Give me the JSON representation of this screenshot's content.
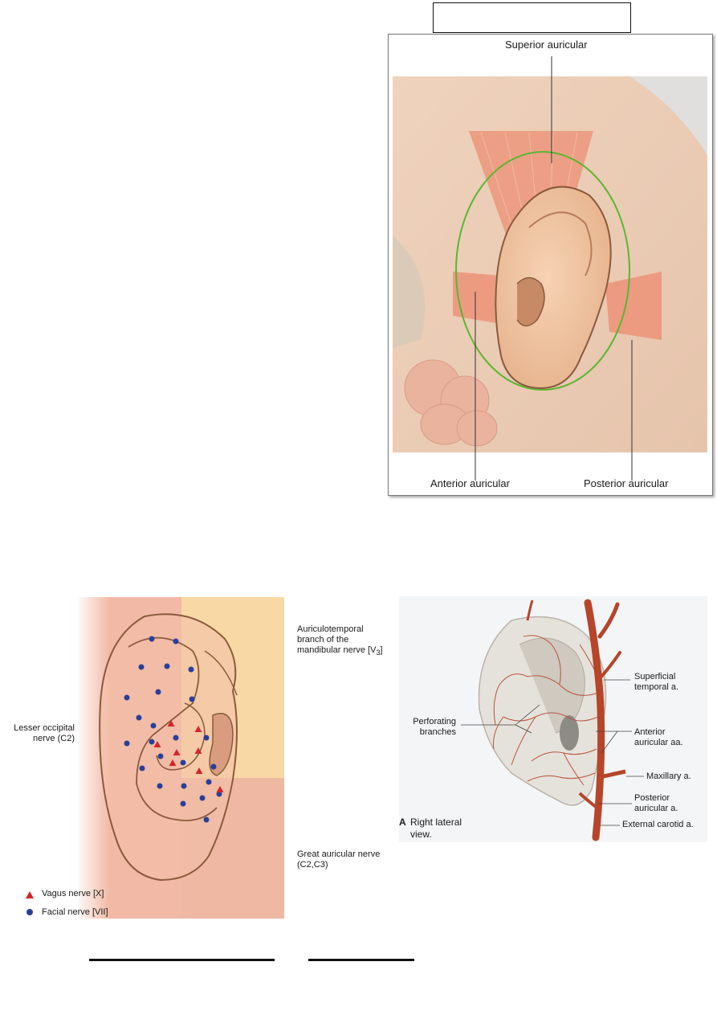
{
  "figure_muscles": {
    "labels": {
      "superior": "Superior auricular",
      "anterior": "Anterior auricular",
      "posterior": "Posterior auricular"
    }
  },
  "figure_innervation": {
    "labels": {
      "auriculotemporal_line1": "Auriculotemporal",
      "auriculotemporal_line2": "branch of the",
      "auriculotemporal_line3": "mandibular nerve [V",
      "auriculotemporal_sub": "3",
      "auriculotemporal_close": "]",
      "lesser_line1": "Lesser occipital",
      "lesser_line2": "nerve (C2)",
      "great_line1": "Great auricular nerve",
      "great_line2": "(C2,C3)"
    },
    "legend": [
      {
        "symbol": "triangle",
        "color": "#d0262d",
        "label": "Vagus nerve [X]"
      },
      {
        "symbol": "circle",
        "color": "#2a3f99",
        "label": "Facial nerve [VII]"
      }
    ]
  },
  "figure_arteries": {
    "labels": {
      "perforating_line1": "Perforating",
      "perforating_line2": "branches",
      "superficial_line1": "Superficial",
      "superficial_line2": "temporal a.",
      "anterior_line1": "Anterior",
      "anterior_line2": "auricular aa.",
      "maxillary": "Maxillary a.",
      "posterior_line1": "Posterior",
      "posterior_line2": "auricular a.",
      "external": "External carotid a.",
      "caption_letter": "A",
      "caption_line1": "Right lateral",
      "caption_line2": "view."
    }
  },
  "colors": {
    "muscle": "#e88f78",
    "skin": "#f2c7a6",
    "green_outline": "#5cb531",
    "artery": "#b6452a",
    "vagus": "#d0262d",
    "facial": "#2a3f99"
  }
}
